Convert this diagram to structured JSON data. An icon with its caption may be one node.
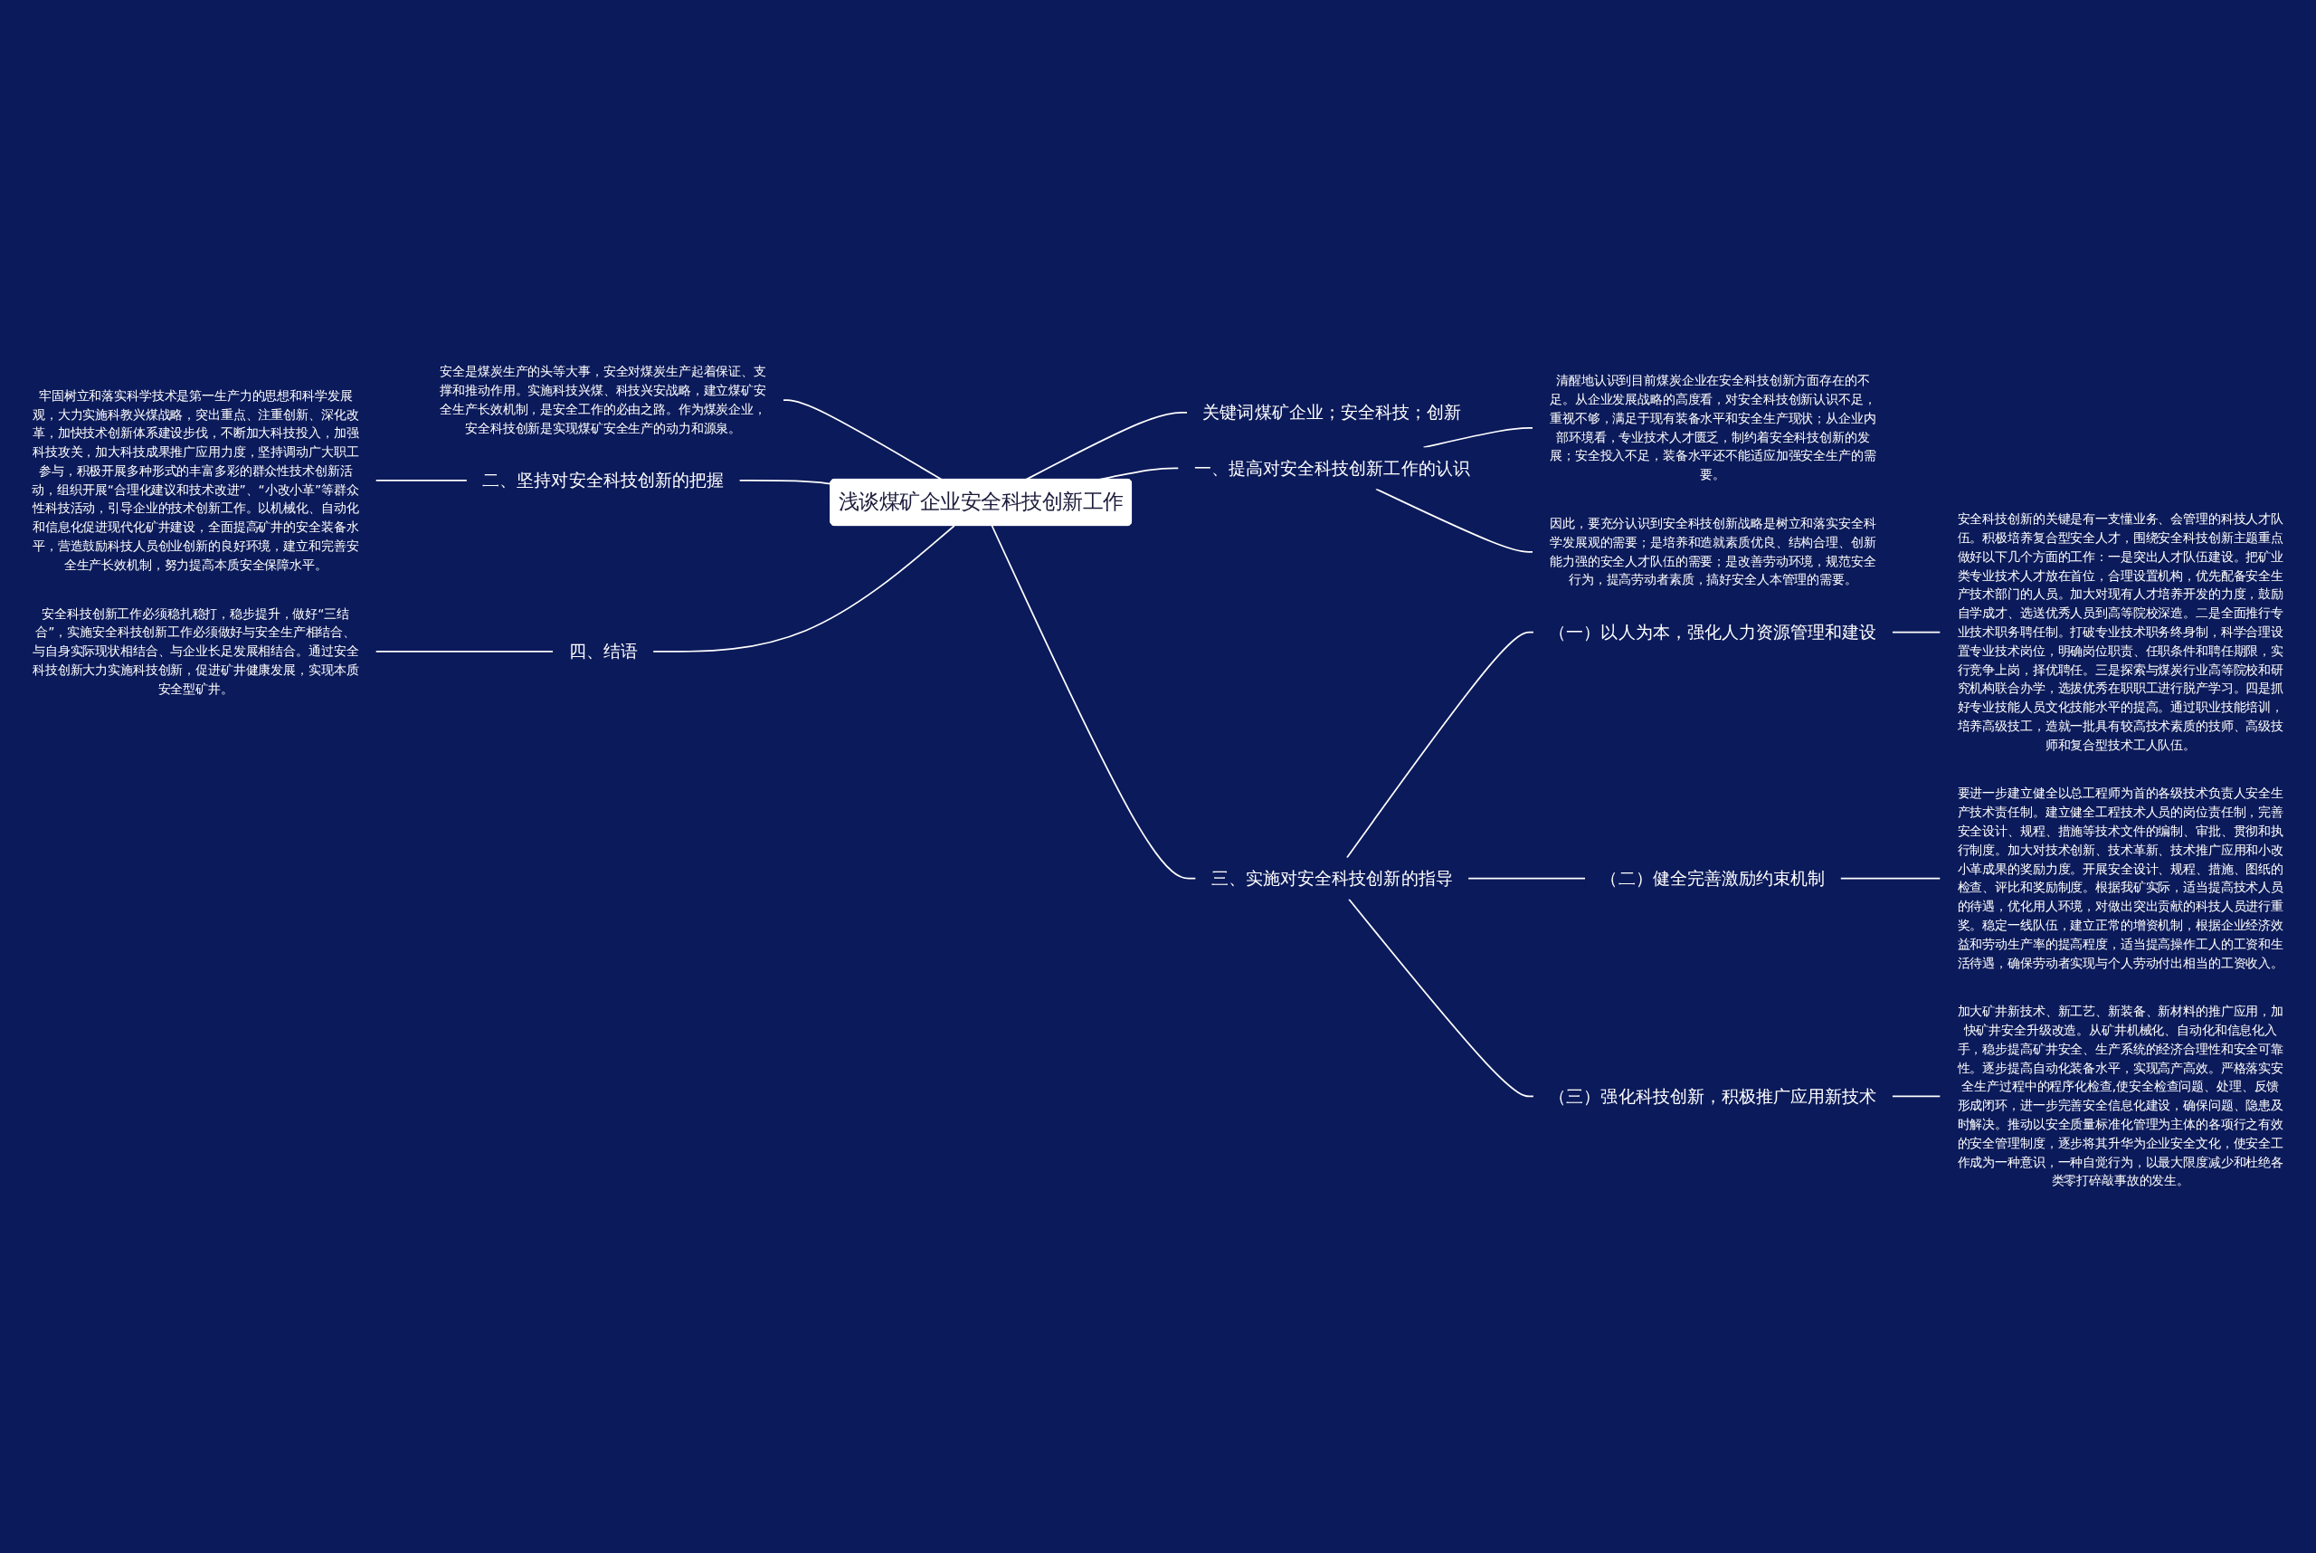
{
  "diagram": {
    "nodes": [
      {
        "text": [
          "浅谈煤矿企业安全科技创新工作"
        ]
      },
      {
        "text": [
          "关键词煤矿企业；安全科技；创新"
        ]
      },
      {
        "text": [
          "安全是煤炭生产的头等大事，安全对煤炭生产起着保证、支撑和推动作用。实施科技兴煤、科技兴安战略，建立煤矿安全生产长效机制，是安全工作的必由之路。作为煤炭企业，安全科技创新是实现煤矿安全生产的动力和源泉。"
        ]
      },
      {
        "text": [
          "一、提高对安全科技创新工作的认识"
        ]
      },
      {
        "text": [
          "清醒地认识到目前煤炭企业在安全科技创新方面存在的不足。从企业发展战略的高度看，对安全科技创新认识不足，重视不够，满足于现有装备水平和安全生产现状；从企业内部环境看，专业技术人才匮乏，制约着安全科技创新的发展；安全投入不足，装备水平还不能适应加强安全生产的需要。"
        ]
      },
      {
        "text": [
          "因此，要充分认识到安全科技创新战略是树立和落实安全科学发展观的需要；是培养和造就素质优良、结构合理、创新能力强的安全人才队伍的需要；是改善劳动环境，规范安全行为，提高劳动者素质，搞好安全人本管理的需要。"
        ]
      },
      {
        "text": [
          "二、坚持对安全科技创新的把握"
        ]
      },
      {
        "text": [
          "牢固树立和落实科学技术是第一生产力的思想和科学发展观，大力实施科教兴煤战略，突出重点、注重创新、深化改革，加快技术创新体系建设步伐，不断加大科技投入，加强科技攻关，加大科技成果推广应用力度，坚持调动广大职工参与，积极开展多种形式的丰富多彩的群众性技术创新活动，组织开展“合理化建议和技术改进”、“小改小革”等群众性科技活动，引导企业的技术创新工作。以机械化、自动化和信息化促进现代化矿井建设，全面提高矿井的安全装备水平，营造鼓励科技人员创业创新的良好环境，建立和完善安全生产长效机制，努力提高本质安全保障水平。"
        ]
      },
      {
        "text": [
          "四、结语"
        ]
      },
      {
        "text": [
          "安全科技创新工作必须稳扎稳打，稳步提升，做好“三结合”，实施安全科技创新工作必须做好与安全生产相结合、与自身实际现状相结合、与企业长足发展相结合。通过安全科技创新大力实施科技创新，促进矿井健康发展，实现本质安全型矿井。"
        ]
      },
      {
        "text": [
          "三、实施对安全科技创新的指导"
        ]
      },
      {
        "text": [
          "（一）以人为本，强化人力资源管理和建设"
        ]
      },
      {
        "text": [
          "安全科技创新的关键是有一支懂业务、会管理的科技人才队伍。积极培养复合型安全人才，围绕安全科技创新主题重点做好以下几个方面的工作：一是突出人才队伍建设。把矿业类专业技术人才放在首位，合理设置机构，优先配备安全生产技术部门的人员。加大对现有人才培养开发的力度，鼓励自学成才、选送优秀人员到高等院校深造。二是全面推行专业技术职务聘任制。打破专业技术职务终身制，科学合理设置专业技术岗位，明确岗位职责、任职条件和聘任期限，实行竞争上岗，择优聘任。三是探索与煤炭行业高等院校和研究机构联合办学，选拔优秀在职职工进行脱产学习。四是抓好专业技能人员文化技能水平的提高。通过职业技能培训，培养高级技工，造就一批具有较高技术素质的技师、高级技师和复合型技术工人队伍。"
        ]
      },
      {
        "text": [
          "（二）健全完善激励约束机制"
        ]
      },
      {
        "text": [
          "要进一步建立健全以总工程师为首的各级技术负责人安全生产技术责任制。建立健全工程技术人员的岗位责任制，完善安全设计、规程、措施等技术文件的编制、审批、贯彻和执行制度。加大对技术创新、技术革新、技术推广应用和小改小革成果的奖励力度。开展安全设计、规程、措施、图纸的检查、评比和奖励制度。根据我矿实际，适当提高技术人员的待遇，优化用人环境，对做出突出贡献的科技人员进行重奖。稳定一线队伍，建立正常的增资机制，根据企业经济效益和劳动生产率的提高程度，适当提高操作工人的工资和生活待遇，确保劳动者实现与个人劳动付出相当的工资收入。"
        ]
      },
      {
        "text": [
          "（三）强化科技创新，积极推广应用新技术"
        ]
      },
      {
        "text": [
          "加大矿井新技术、新工艺、新装备、新材料的推广应用，加快矿井安全升级改造。从矿井机械化、自动化和信息化入手，稳步提高矿井安全、生产系统的经济合理性和安全可靠性。逐步提高自动化装备水平，实现高产高效。严格落实安全生产过程中的程序化检查,使安全检查问题、处理、反馈形成闭环，进一步完善安全信息化建设，确保问题、隐患及时解决。推动以安全质量标准化管理为主体的各项行之有效的安全管理制度，逐步将其升华为企业安全文化，使安全工作成为一种意识，一种自觉行为，以最大限度减少和杜绝各类零打碎敲事故的发生。"
        ]
      }
    ],
    "edges": [
      {
        "from": 0,
        "to": 1,
        "arrow": "none"
      },
      {
        "from": 0,
        "to": 2,
        "arrow": "none"
      },
      {
        "from": 0,
        "to": 3,
        "arrow": "none"
      },
      {
        "from": 3,
        "to": 4,
        "arrow": "none"
      },
      {
        "from": 3,
        "to": 5,
        "arrow": "none"
      },
      {
        "from": 0,
        "to": 6,
        "arrow": "none"
      },
      {
        "from": 6,
        "to": 7,
        "arrow": "none"
      },
      {
        "from": 0,
        "to": 8,
        "arrow": "none"
      },
      {
        "from": 8,
        "to": 9,
        "arrow": "none"
      },
      {
        "from": 0,
        "to": 10,
        "arrow": "none"
      },
      {
        "from": 10,
        "to": 11,
        "arrow": "none"
      },
      {
        "from": 11,
        "to": 12,
        "arrow": "none"
      },
      {
        "from": 10,
        "to": 13,
        "arrow": "none"
      },
      {
        "from": 13,
        "to": 14,
        "arrow": "none"
      },
      {
        "from": 10,
        "to": 15,
        "arrow": "none"
      },
      {
        "from": 15,
        "to": 16,
        "arrow": "none"
      }
    ]
  }
}
